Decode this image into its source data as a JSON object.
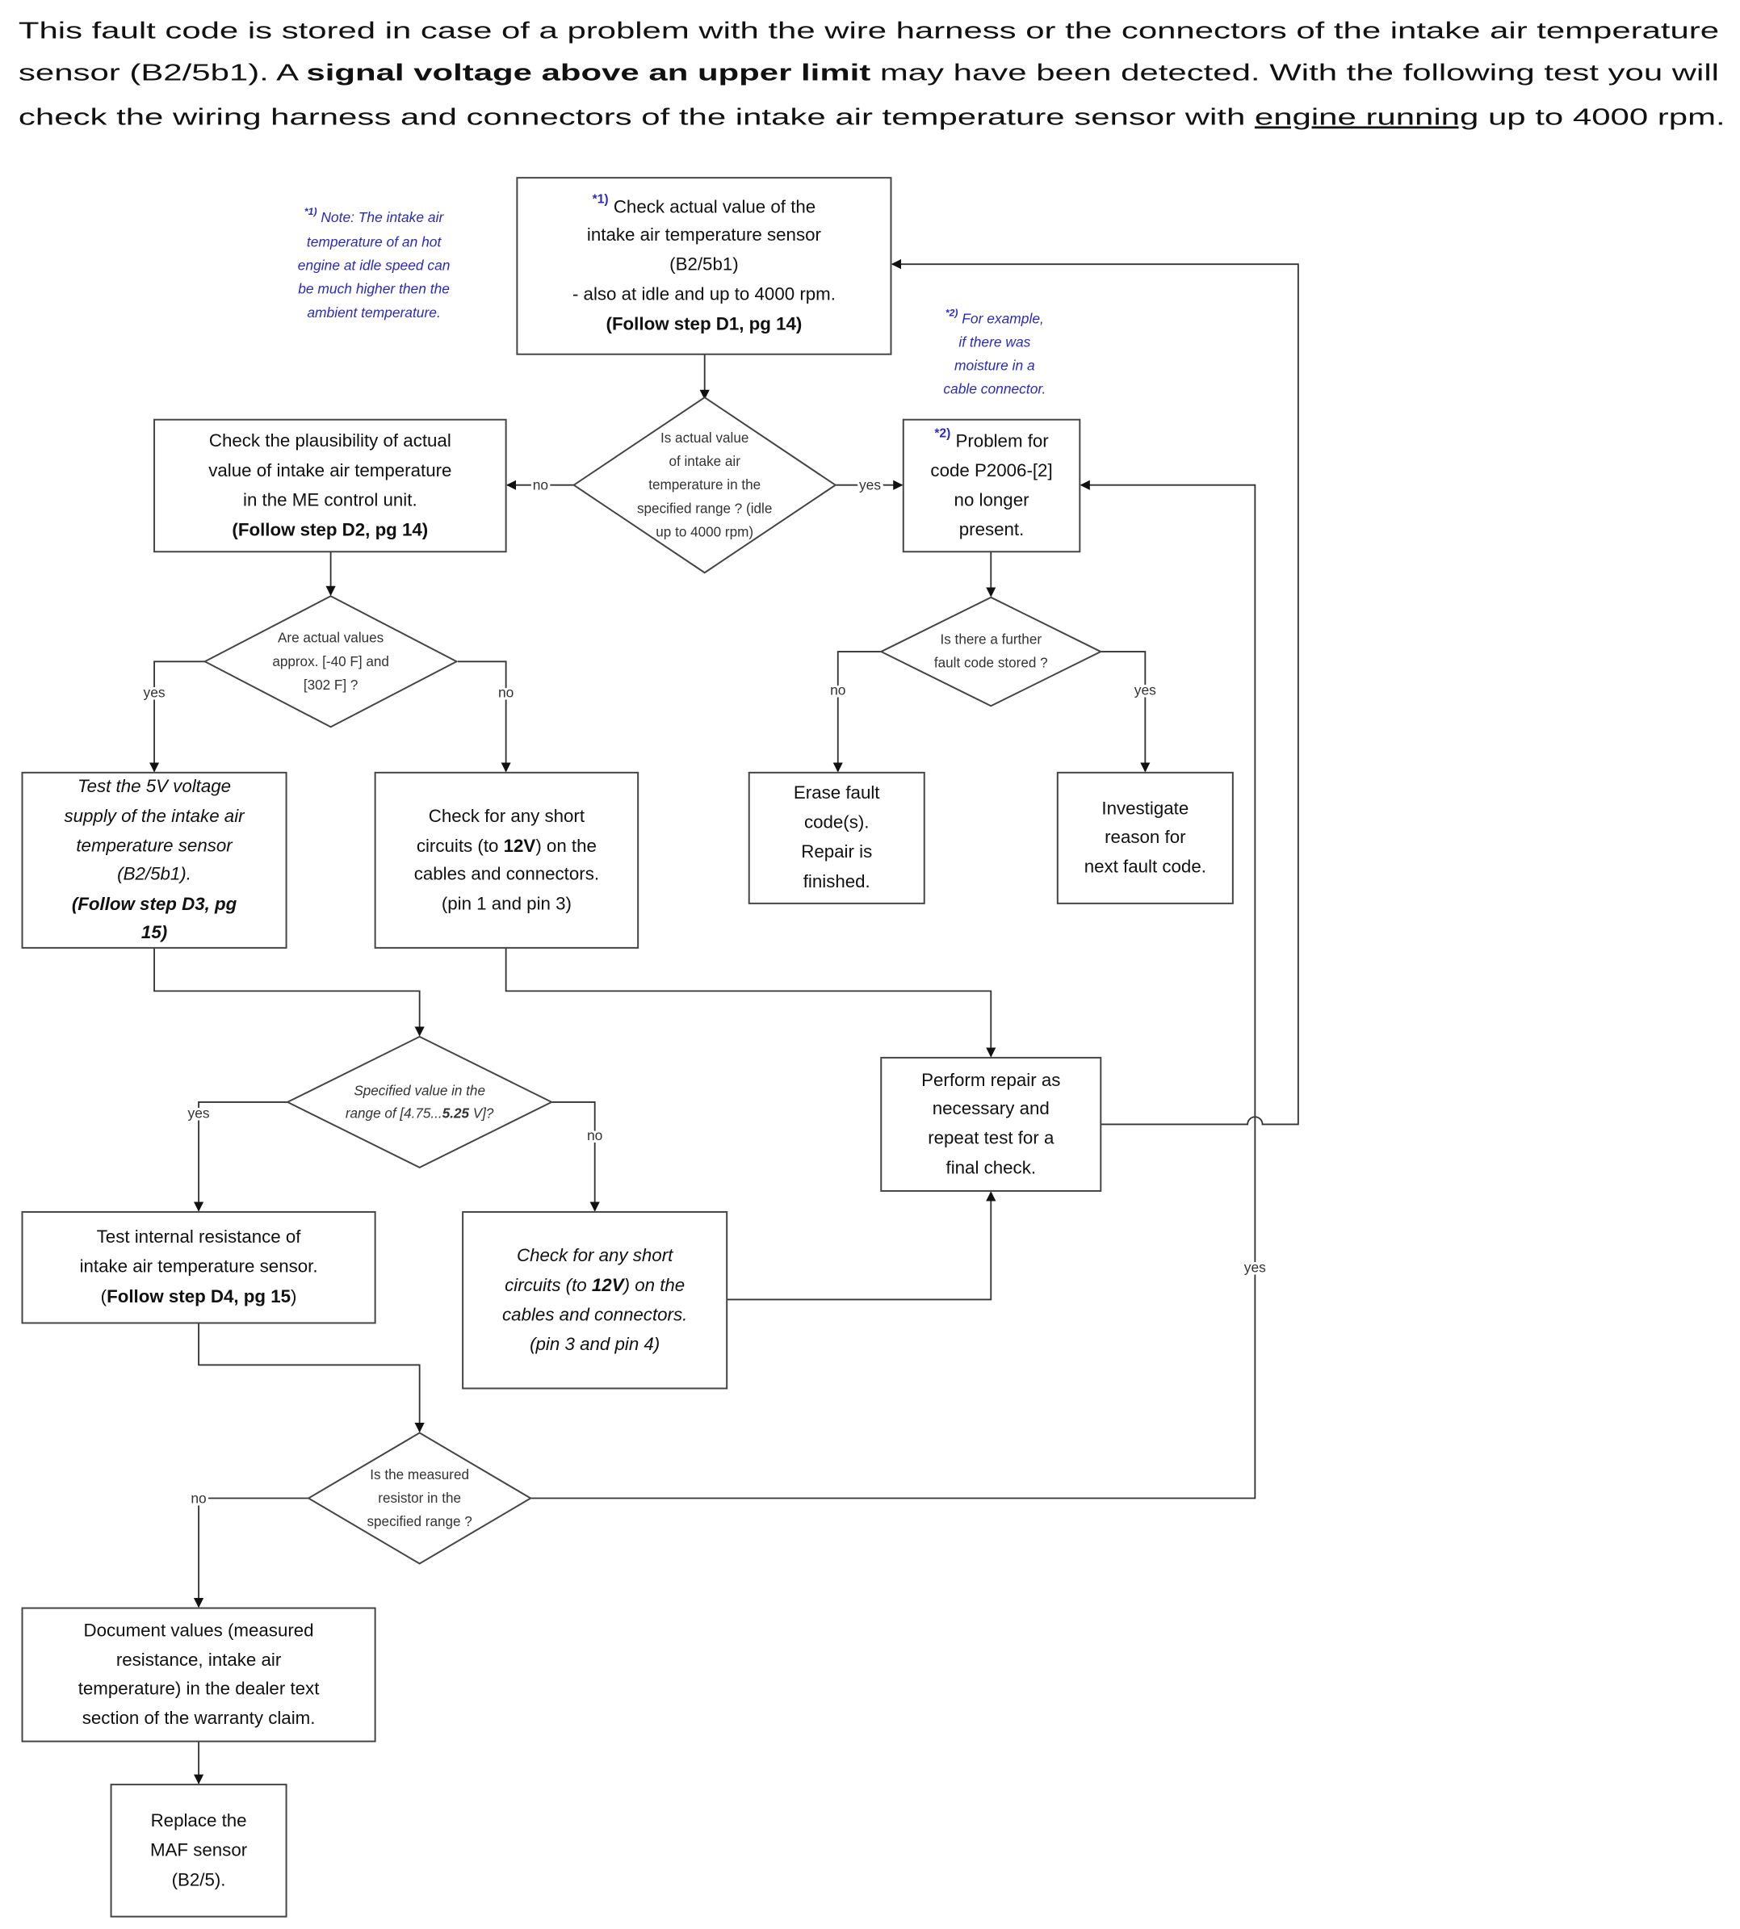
{
  "colors": {
    "note_text": "#2a2ac0",
    "line": "#333333",
    "text": "#111111"
  },
  "intro": {
    "lines": [
      [
        {
          "t": "This fault code is stored in case of a problem with the wire harness or the connectors of the intake air temperature"
        }
      ],
      [
        {
          "t": "sensor (B2/5b1). A "
        },
        {
          "t": "signal voltage above an upper limit",
          "s": "b"
        },
        {
          "t": " may have been detected. With the following test you will"
        }
      ],
      [
        {
          "t": "check the wiring harness and connectors of the intake air temperature sensor with "
        },
        {
          "t": "engine running",
          "s": "u"
        },
        {
          "t": " up to 4000 rpm."
        }
      ]
    ]
  },
  "nodes": {
    "box1": {
      "lines": [
        [
          {
            "t": "*1)",
            "s": "sup"
          },
          {
            "t": " Check actual value of the"
          }
        ],
        "intake air temperature sensor",
        "(B2/5b1)",
        "- also at idle and up to 4000 rpm.",
        [
          {
            "t": "(Follow step D1, pg 14)",
            "s": "b"
          }
        ]
      ]
    },
    "note1": {
      "lines": [
        [
          {
            "t": "*1)",
            "s": "sup"
          },
          {
            "t": " Note: The intake air"
          }
        ],
        "temperature of an hot",
        "engine at idle speed can",
        "be much higher then the",
        "ambient temperature."
      ]
    },
    "d1": {
      "lines": [
        "Is actual value",
        "of intake air",
        "temperature in the",
        "specified range ? (idle",
        "up to 4000 rpm)"
      ]
    },
    "box2": {
      "lines": [
        "Check the plausibility of actual",
        "value of intake air temperature",
        "in the ME control unit.",
        [
          {
            "t": "(Follow step D2, pg 14)",
            "s": "b"
          }
        ]
      ]
    },
    "note2": {
      "lines": [
        [
          {
            "t": "*2)",
            "s": "sup"
          },
          {
            "t": " For example,"
          }
        ],
        "if there was",
        "moisture in a",
        "cable connector."
      ]
    },
    "box3": {
      "lines": [
        [
          {
            "t": "*2)",
            "s": "sup"
          },
          {
            "t": " Problem for"
          }
        ],
        "code P2006-[2]",
        "no longer",
        "present."
      ]
    },
    "d2": {
      "lines": [
        "Are actual values",
        "approx. [-40 F] and",
        "[302 F] ?"
      ]
    },
    "d3": {
      "lines": [
        "Is there a further",
        "fault code stored ?"
      ]
    },
    "box4": {
      "lines": [
        "Test the 5V voltage",
        "supply of the intake air",
        "temperature sensor",
        "(B2/5b1).",
        [
          {
            "t": "(Follow step D3, pg",
            "s": "b"
          }
        ],
        [
          {
            "t": "15)",
            "s": "b"
          }
        ]
      ]
    },
    "box5": {
      "lines": [
        "Check for any short",
        [
          {
            "t": "circuits (to "
          },
          {
            "t": "12V",
            "s": "b"
          },
          {
            "t": ") on the"
          }
        ],
        "cables and connectors.",
        "(pin 1 and pin 3)"
      ]
    },
    "box6": {
      "lines": [
        "Erase fault",
        "code(s).",
        "Repair is",
        "finished."
      ]
    },
    "box7": {
      "lines": [
        "Investigate",
        "reason for",
        "next fault code."
      ]
    },
    "d4": {
      "lines": [
        "Specified value in the",
        [
          {
            "t": "range of [4.75..."
          },
          {
            "t": "5.25",
            "s": "b"
          },
          {
            "t": " V]?"
          }
        ]
      ]
    },
    "box8": {
      "lines": [
        "Perform repair as",
        "necessary and",
        "repeat test  for a",
        "final check."
      ]
    },
    "box9": {
      "lines": [
        "Test internal resistance of",
        "intake air temperature sensor.",
        [
          {
            "t": "("
          },
          {
            "t": "Follow step D4, pg 15",
            "s": "b"
          },
          {
            "t": ")"
          }
        ]
      ]
    },
    "box10": {
      "lines": [
        "Check for any short",
        [
          {
            "t": "circuits (to "
          },
          {
            "t": "12V",
            "s": "b"
          },
          {
            "t": ") on the"
          }
        ],
        "cables and connectors.",
        "(pin 3 and pin 4)"
      ]
    },
    "d5": {
      "lines": [
        "Is the measured",
        "resistor in the",
        "specified range ?"
      ]
    },
    "box11": {
      "lines": [
        "Document values (measured",
        "resistance, intake air",
        "temperature) in the dealer text",
        "section of the warranty claim."
      ]
    },
    "box12": {
      "lines": [
        "Replace the",
        "MAF sensor",
        "(B2/5)."
      ]
    }
  },
  "labels": [
    "no",
    "yes",
    "yes",
    "no",
    "no",
    "yes",
    "yes",
    "no",
    "yes",
    "no"
  ]
}
